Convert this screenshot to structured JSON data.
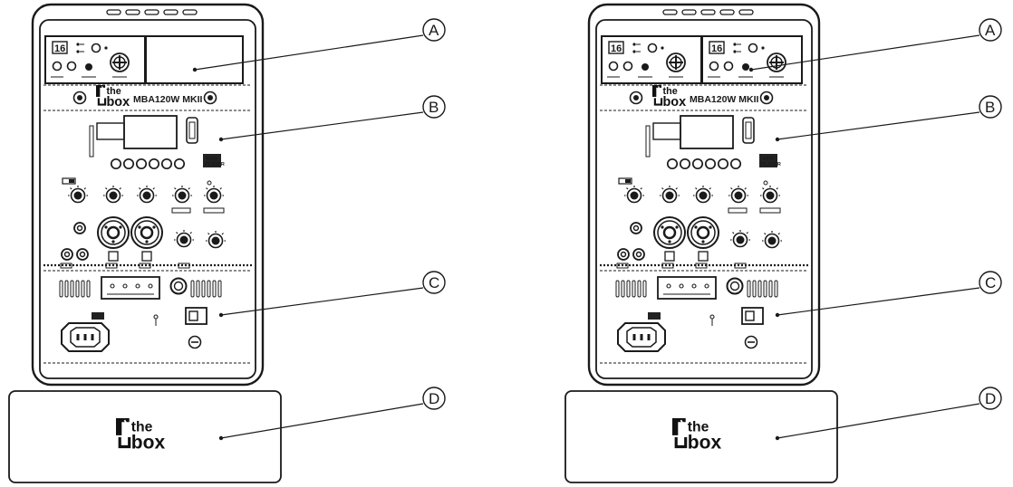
{
  "panels": [
    {
      "model": "MBA120W MKII",
      "display_digits": "16",
      "mp3_badge": [
        "MP3",
        "PLAYER"
      ],
      "dual_module": false
    },
    {
      "model": "MBA120W MKII",
      "display_digits": "16",
      "mp3_badge": [
        "MP3",
        "PLAYER"
      ],
      "dual_module": true
    }
  ],
  "brand": {
    "line1": "the",
    "line2": "box"
  },
  "callouts": [
    "A",
    "B",
    "C",
    "D"
  ],
  "colors": {
    "ink": "#1a1a1a",
    "paper": "#ffffff",
    "dark_fill": "#222222"
  }
}
